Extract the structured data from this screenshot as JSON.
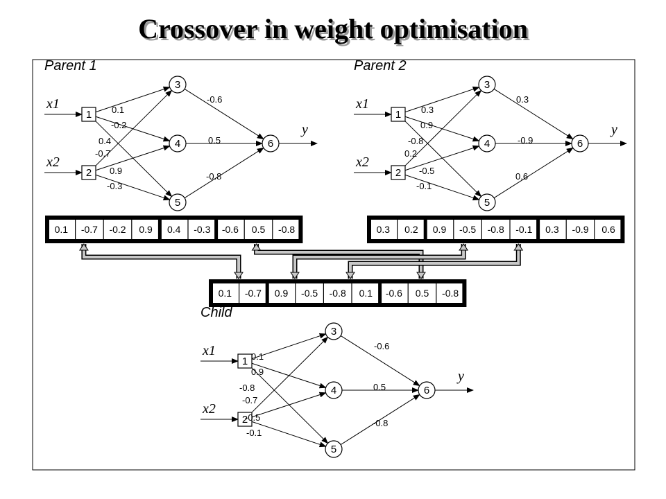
{
  "title": "Crossover in weight optimisation",
  "parent1": {
    "label": "Parent 1",
    "inputs": [
      "x1",
      "x2"
    ],
    "output": "y",
    "nodes": [
      "1",
      "2",
      "3",
      "4",
      "5",
      "6"
    ],
    "weights": [
      "0.1",
      "-0.2",
      "0.4",
      "-0.7",
      "0.9",
      "-0.3",
      "-0.6",
      "0.5",
      "-0.8"
    ],
    "chromosome": [
      "0.1",
      "-0.7",
      "-0.2",
      "0.9",
      "0.4",
      "-0.3",
      "-0.6",
      "0.5",
      "-0.8"
    ]
  },
  "parent2": {
    "label": "Parent 2",
    "inputs": [
      "x1",
      "x2"
    ],
    "output": "y",
    "nodes": [
      "1",
      "2",
      "3",
      "4",
      "5",
      "6"
    ],
    "weights": [
      "0.3",
      "0.9",
      "-0.8",
      "0.2",
      "-0.5",
      "-0.1",
      "0.3",
      "-0.9",
      "0.6"
    ],
    "chromosome": [
      "0.3",
      "0.2",
      "0.9",
      "-0.5",
      "-0.8",
      "-0.1",
      "0.3",
      "-0.9",
      "0.6"
    ]
  },
  "child": {
    "label": "Child",
    "inputs": [
      "x1",
      "x2"
    ],
    "output": "y",
    "nodes": [
      "1",
      "2",
      "3",
      "4",
      "5",
      "6"
    ],
    "weights": [
      "0.1",
      "0.9",
      "-0.8",
      "-0.7",
      "-0.5",
      "-0.1",
      "-0.6",
      "0.5",
      "-0.8"
    ],
    "chromosome": [
      "0.1",
      "-0.7",
      "0.9",
      "-0.5",
      "-0.8",
      "0.1",
      "-0.6",
      "0.5",
      "-0.8"
    ]
  }
}
